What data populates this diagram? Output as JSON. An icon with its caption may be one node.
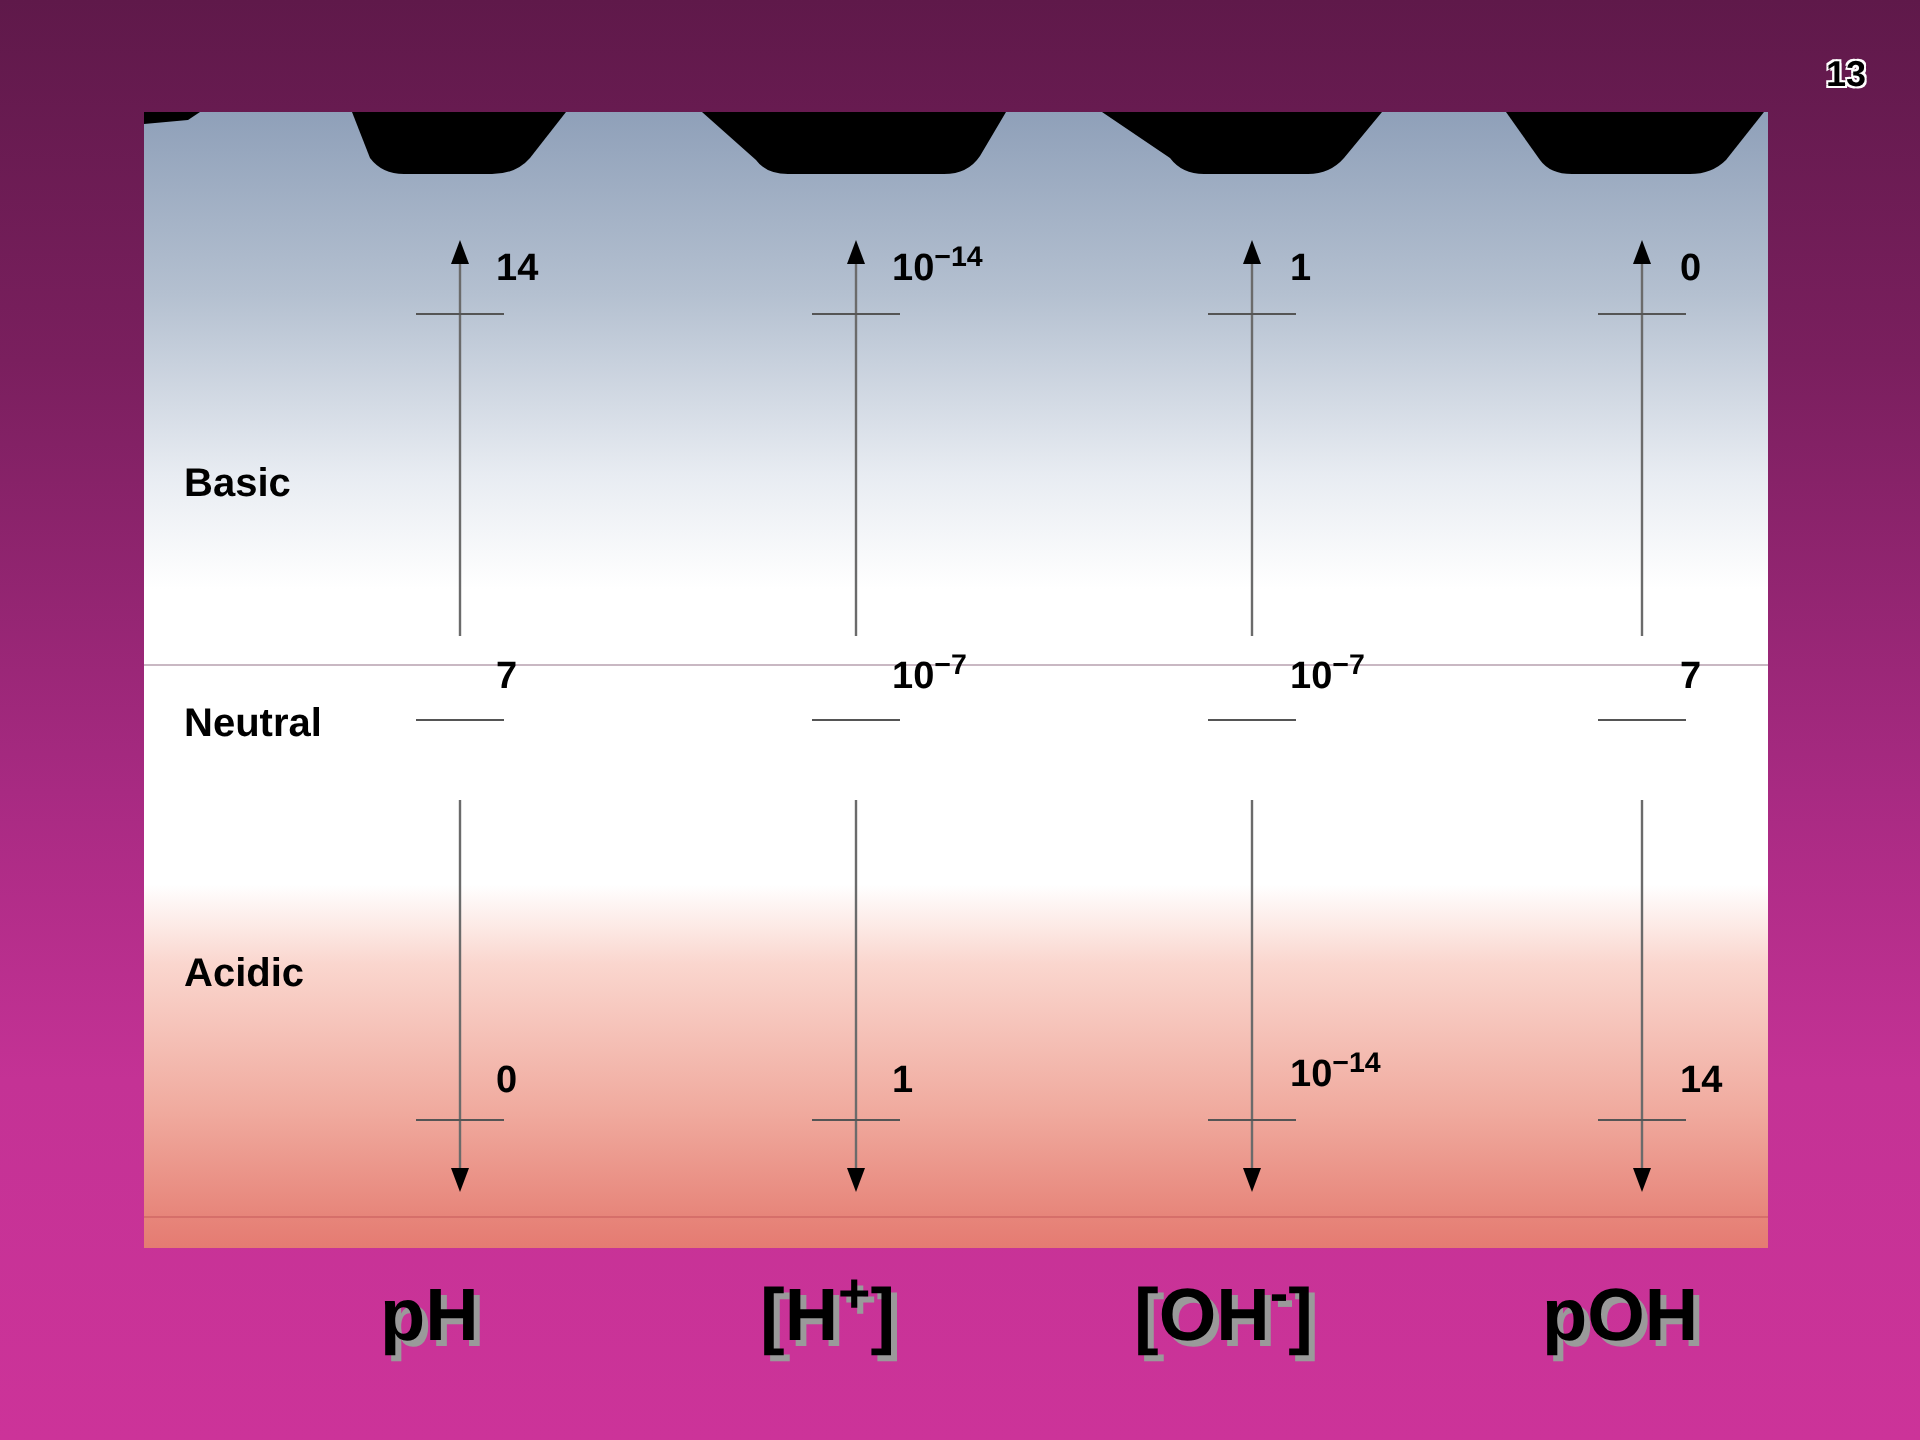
{
  "diagram": {
    "labels": [
      "13",
      "14",
      "10$^{−14}$",
      "1",
      "0",
      "Basic",
      "7",
      "10$^{−7}$",
      "10$^{−7}$",
      "7",
      "Neutral",
      "Acidic",
      "0",
      "1",
      "10$^{−14}$",
      "14",
      "pH",
      "[H$^{+}$]",
      "[OH$^{-}$]",
      "pOH"
    ]
  }
}
